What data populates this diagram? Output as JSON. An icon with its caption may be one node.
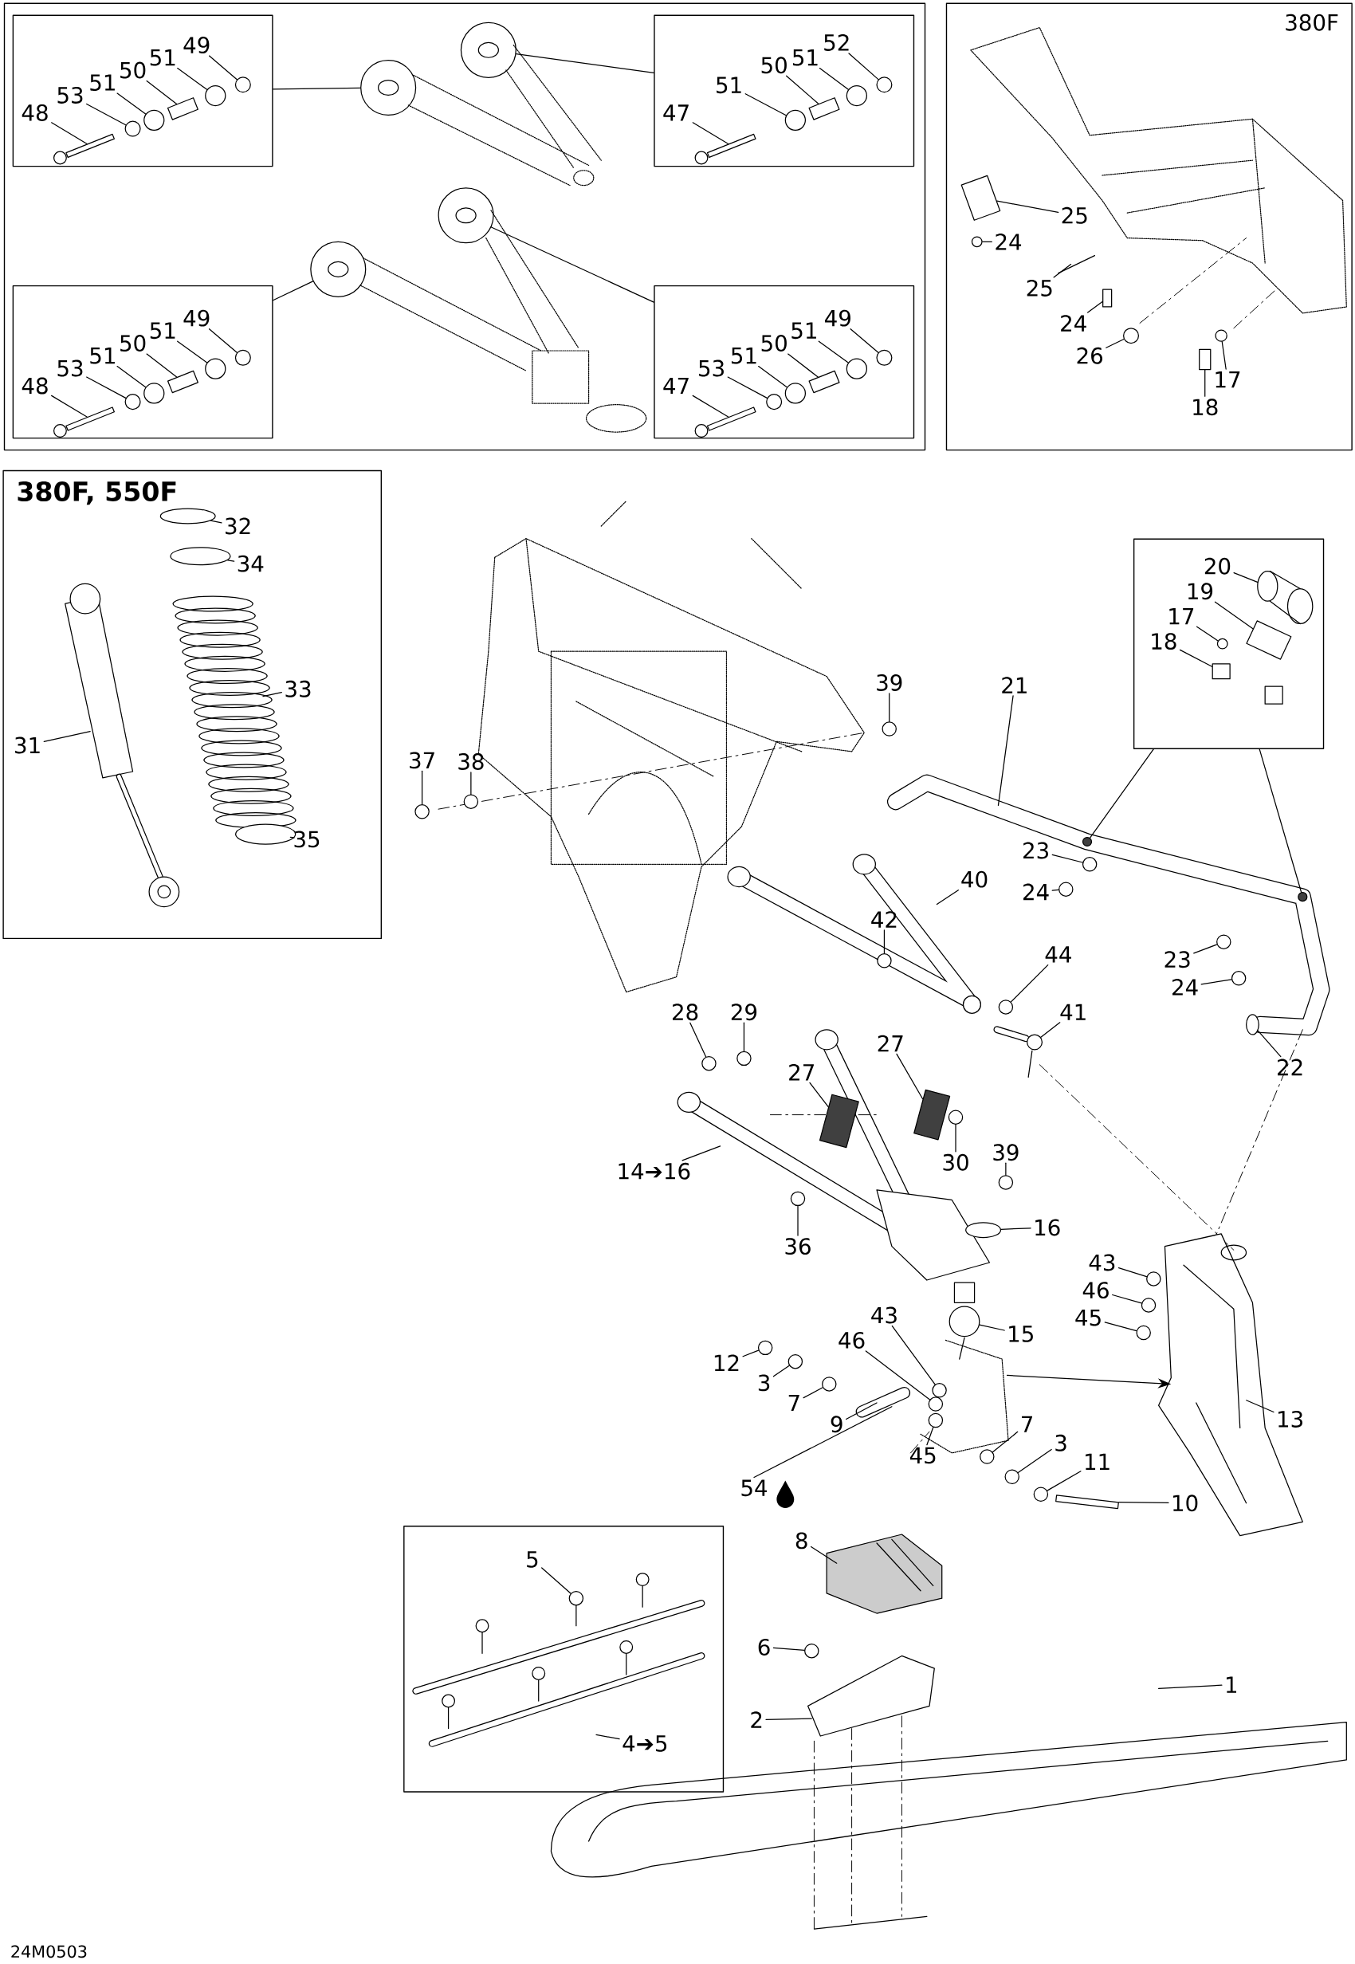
{
  "diagram": {
    "nodes": [
      {
        "text": [],
        "shape": "box"
      },
      {
        "text": [],
        "shape": "box",
        "in": 0
      },
      {
        "text": [],
        "shape": "box",
        "in": 0
      },
      {
        "text": [],
        "shape": "box",
        "in": 0
      },
      {
        "text": [],
        "shape": "box",
        "in": 0
      },
      {
        "text": [],
        "shape": "circle",
        "in": 0
      },
      {
        "text": [],
        "shape": "circle",
        "in": 0
      },
      {
        "text": [],
        "shape": "circle",
        "in": 0
      },
      {
        "text": [],
        "shape": "circle",
        "in": 0
      },
      {
        "text": [
          "49"
        ],
        "in": 1
      },
      {
        "text": [
          "51"
        ],
        "in": 1
      },
      {
        "text": [
          "50"
        ],
        "in": 1
      },
      {
        "text": [
          "51"
        ],
        "in": 1
      },
      {
        "text": [
          "53"
        ],
        "in": 1
      },
      {
        "text": [
          "48"
        ],
        "in": 1
      },
      {
        "text": [
          "52"
        ],
        "in": 2
      },
      {
        "text": [
          "51"
        ],
        "in": 2
      },
      {
        "text": [
          "50"
        ],
        "in": 2
      },
      {
        "text": [
          "51"
        ],
        "in": 2
      },
      {
        "text": [
          "47"
        ],
        "in": 2
      },
      {
        "text": [
          "49"
        ],
        "in": 3
      },
      {
        "text": [
          "51"
        ],
        "in": 3
      },
      {
        "text": [
          "50"
        ],
        "in": 3
      },
      {
        "text": [
          "51"
        ],
        "in": 3
      },
      {
        "text": [
          "53"
        ],
        "in": 3
      },
      {
        "text": [
          "48"
        ],
        "in": 3
      },
      {
        "text": [
          "49"
        ],
        "in": 4
      },
      {
        "text": [
          "51"
        ],
        "in": 4
      },
      {
        "text": [
          "50"
        ],
        "in": 4
      },
      {
        "text": [
          "51"
        ],
        "in": 4
      },
      {
        "text": [
          "53"
        ],
        "in": 4
      },
      {
        "text": [
          "47"
        ],
        "in": 4
      },
      {
        "text": [
          "380F"
        ]
      },
      {
        "text": [
          "25"
        ],
        "in": 32
      },
      {
        "text": [
          "24"
        ],
        "in": 32
      },
      {
        "text": [
          "25"
        ],
        "in": 32
      },
      {
        "text": [
          "24"
        ],
        "in": 32
      },
      {
        "text": [
          "26"
        ],
        "in": 32
      },
      {
        "text": [
          "17"
        ],
        "in": 32
      },
      {
        "text": [
          "18"
        ],
        "in": 32
      },
      {
        "text": [
          "380F, 550F"
        ]
      },
      {
        "text": [
          "32"
        ],
        "in": 40
      },
      {
        "text": [
          "34"
        ],
        "in": 40
      },
      {
        "text": [
          "33"
        ],
        "in": 40
      },
      {
        "text": [
          "31"
        ],
        "in": 40
      },
      {
        "text": [
          "35"
        ],
        "in": 40
      },
      {
        "text": [],
        "shape": "box"
      },
      {
        "text": [
          "20"
        ],
        "in": 46
      },
      {
        "text": [
          "19"
        ],
        "in": 46
      },
      {
        "text": [
          "17"
        ],
        "in": 46
      },
      {
        "text": [
          "18"
        ],
        "in": 46
      },
      {
        "text": [
          "39"
        ]
      },
      {
        "text": [
          "21"
        ]
      },
      {
        "text": [
          "37"
        ]
      },
      {
        "text": [
          "38"
        ]
      },
      {
        "text": [
          "23"
        ]
      },
      {
        "text": [
          "24"
        ]
      },
      {
        "text": [
          "40"
        ]
      },
      {
        "text": [
          "42"
        ]
      },
      {
        "text": [
          "44"
        ]
      },
      {
        "text": [
          "23"
        ]
      },
      {
        "text": [
          "24"
        ]
      },
      {
        "text": [
          "41"
        ]
      },
      {
        "text": [
          "22"
        ]
      },
      {
        "text": [
          "28"
        ]
      },
      {
        "text": [
          "29"
        ]
      },
      {
        "text": [
          "27"
        ]
      },
      {
        "text": [
          "27"
        ]
      },
      {
        "text": [
          "30"
        ]
      },
      {
        "text": [
          "39"
        ]
      },
      {
        "text": [
          "14➔16"
        ]
      },
      {
        "text": [
          "36"
        ]
      },
      {
        "text": [
          "16"
        ]
      },
      {
        "text": [
          "43"
        ]
      },
      {
        "text": [
          "46"
        ]
      },
      {
        "text": [
          "45"
        ]
      },
      {
        "text": [
          "15"
        ]
      },
      {
        "text": [
          "12"
        ]
      },
      {
        "text": [
          "3"
        ]
      },
      {
        "text": [
          "7"
        ]
      },
      {
        "text": [
          "9"
        ]
      },
      {
        "text": [
          "43"
        ]
      },
      {
        "text": [
          "46"
        ]
      },
      {
        "text": [
          "45"
        ]
      },
      {
        "text": [
          "54"
        ]
      },
      {
        "text": [
          "7"
        ]
      },
      {
        "text": [
          "3"
        ]
      },
      {
        "text": [
          "11"
        ]
      },
      {
        "text": [
          "10"
        ]
      },
      {
        "text": [
          "13"
        ]
      },
      {
        "text": [
          "8"
        ]
      },
      {
        "text": [],
        "shape": "box"
      },
      {
        "text": [
          "5"
        ],
        "in": 91
      },
      {
        "text": [
          "4➔5"
        ],
        "in": 91
      },
      {
        "text": [
          "6"
        ]
      },
      {
        "text": [
          "2"
        ]
      },
      {
        "text": [
          "1"
        ]
      },
      {
        "text": [],
        "shape": "circle",
        "in": 1
      },
      {
        "text": [],
        "shape": "circle",
        "in": 1
      },
      {
        "text": [],
        "shape": "bar",
        "in": 1
      },
      {
        "text": [],
        "shape": "circle",
        "in": 1
      },
      {
        "text": [],
        "shape": "circle",
        "in": 1
      },
      {
        "text": [],
        "shape": "bar",
        "in": 1
      },
      {
        "text": [],
        "shape": "circle",
        "in": 2
      },
      {
        "text": [],
        "shape": "circle",
        "in": 2
      },
      {
        "text": [],
        "shape": "bar",
        "in": 2
      },
      {
        "text": [],
        "shape": "circle",
        "in": 2
      },
      {
        "text": [],
        "shape": "bar",
        "in": 2
      },
      {
        "text": [],
        "shape": "circle",
        "in": 3
      },
      {
        "text": [],
        "shape": "circle",
        "in": 3
      },
      {
        "text": [],
        "shape": "bar",
        "in": 3
      },
      {
        "text": [],
        "shape": "circle",
        "in": 3
      },
      {
        "text": [],
        "shape": "circle",
        "in": 3
      },
      {
        "text": [],
        "shape": "bar",
        "in": 3
      },
      {
        "text": [],
        "shape": "circle",
        "in": 4
      },
      {
        "text": [],
        "shape": "circle",
        "in": 4
      },
      {
        "text": [],
        "shape": "bar",
        "in": 4
      },
      {
        "text": [],
        "shape": "circle",
        "in": 4
      },
      {
        "text": [],
        "shape": "circle",
        "in": 4
      },
      {
        "text": [],
        "shape": "bar",
        "in": 4
      },
      {
        "text": [],
        "shape": "circle",
        "in": 32
      },
      {
        "text": [],
        "shape": "bar",
        "in": 32
      },
      {
        "text": [],
        "shape": "circle",
        "in": 32
      },
      {
        "text": [],
        "shape": "circle",
        "in": 32
      },
      {
        "text": [],
        "shape": "bar",
        "in": 32
      },
      {
        "text": [],
        "shape": "ellipse",
        "in": 40
      },
      {
        "text": [],
        "shape": "ellipse",
        "in": 40
      },
      {
        "text": [],
        "shape": "ellipse",
        "in": 40
      },
      {
        "text": [],
        "shape": "circle",
        "in": 46
      },
      {
        "text": [],
        "shape": "bar",
        "in": 46
      },
      {
        "text": [],
        "shape": "circle"
      },
      {
        "text": [],
        "shape": "circle"
      },
      {
        "text": [],
        "shape": "circle"
      },
      {
        "text": [],
        "shape": "circle"
      },
      {
        "text": [],
        "shape": "circle"
      },
      {
        "text": [],
        "shape": "circle"
      },
      {
        "text": [],
        "shape": "circle"
      },
      {
        "text": [],
        "shape": "circle"
      },
      {
        "text": [],
        "shape": "circle"
      },
      {
        "text": [],
        "shape": "circle"
      },
      {
        "text": [],
        "shape": "circle"
      },
      {
        "text": [],
        "shape": "circle"
      },
      {
        "text": [],
        "shape": "circle"
      },
      {
        "text": [],
        "shape": "circle"
      },
      {
        "text": [],
        "shape": "circle"
      },
      {
        "text": [],
        "shape": "circle"
      },
      {
        "text": [],
        "shape": "circle"
      },
      {
        "text": [],
        "shape": "circle"
      },
      {
        "text": [],
        "shape": "circle"
      },
      {
        "text": [],
        "shape": "circle"
      },
      {
        "text": [],
        "shape": "circle",
        "in": 171
      },
      {
        "text": [],
        "shape": "circle",
        "in": 171
      },
      {
        "text": [],
        "shape": "circle",
        "in": 171
      },
      {
        "text": [],
        "shape": "circle"
      },
      {
        "text": [],
        "shape": "circle"
      },
      {
        "text": [],
        "shape": "circle"
      },
      {
        "text": [],
        "shape": "circle"
      },
      {
        "text": [],
        "shape": "circle",
        "in": 91
      },
      {
        "text": [],
        "shape": "circle"
      },
      {
        "text": [],
        "shape": "circle"
      },
      {
        "text": [],
        "shape": "ellipse"
      },
      {
        "text": [],
        "shape": "circle"
      },
      {
        "text": [],
        "shape": "circle"
      },
      {
        "text": [],
        "shape": "ellipse"
      },
      {
        "text": [],
        "shape": "box",
        "in": 32
      },
      {
        "text": [],
        "shape": "ellipse",
        "in": 46
      },
      {
        "text": [],
        "shape": "box",
        "in": 46
      },
      {
        "text": [],
        "shape": "box"
      },
      {
        "text": [],
        "shape": "box"
      },
      {
        "text": [],
        "shape": "bar"
      },
      {
        "text": [],
        "shape": "picture"
      },
      {
        "text": [],
        "shape": "picture"
      }
    ],
    "edges": [
      {
        "from": 1,
        "to": 5,
        "arrow": "none"
      },
      {
        "from": 2,
        "to": 6,
        "arrow": "none"
      },
      {
        "from": 3,
        "to": 7,
        "arrow": "none"
      },
      {
        "from": 4,
        "to": 8,
        "arrow": "none"
      },
      {
        "from": 46,
        "to": 158,
        "arrow": "none"
      },
      {
        "from": 46,
        "to": 159,
        "arrow": "none"
      },
      {
        "from": 9,
        "to": 97,
        "arrow": "none"
      },
      {
        "from": 10,
        "to": 98,
        "arrow": "none"
      },
      {
        "from": 11,
        "to": 99,
        "arrow": "none"
      },
      {
        "from": 12,
        "to": 100,
        "arrow": "none"
      },
      {
        "from": 13,
        "to": 101,
        "arrow": "none"
      },
      {
        "from": 14,
        "to": 102,
        "arrow": "none"
      },
      {
        "from": 15,
        "to": 103,
        "arrow": "none"
      },
      {
        "from": 16,
        "to": 104,
        "arrow": "none"
      },
      {
        "from": 17,
        "to": 105,
        "arrow": "none"
      },
      {
        "from": 18,
        "to": 106,
        "arrow": "none"
      },
      {
        "from": 19,
        "to": 107,
        "arrow": "none"
      },
      {
        "from": 20,
        "to": 108,
        "arrow": "none"
      },
      {
        "from": 21,
        "to": 109,
        "arrow": "none"
      },
      {
        "from": 22,
        "to": 110,
        "arrow": "none"
      },
      {
        "from": 23,
        "to": 111,
        "arrow": "none"
      },
      {
        "from": 24,
        "to": 112,
        "arrow": "none"
      },
      {
        "from": 25,
        "to": 113,
        "arrow": "none"
      },
      {
        "from": 26,
        "to": 114,
        "arrow": "none"
      },
      {
        "from": 27,
        "to": 115,
        "arrow": "none"
      },
      {
        "from": 28,
        "to": 116,
        "arrow": "none"
      },
      {
        "from": 29,
        "to": 117,
        "arrow": "none"
      },
      {
        "from": 30,
        "to": 118,
        "arrow": "none"
      },
      {
        "from": 31,
        "to": 119,
        "arrow": "none"
      },
      {
        "from": 33,
        "to": 164,
        "arrow": "none"
      },
      {
        "from": 34,
        "to": 120,
        "arrow": "none"
      },
      {
        "from": 35,
        "to": null,
        "arrow": "none"
      },
      {
        "from": 36,
        "to": 121,
        "arrow": "none"
      },
      {
        "from": 37,
        "to": 122,
        "arrow": "none"
      },
      {
        "from": 38,
        "to": 123,
        "arrow": "none"
      },
      {
        "from": 39,
        "to": 124,
        "arrow": "none"
      },
      {
        "from": 41,
        "to": 125,
        "arrow": "none"
      },
      {
        "from": 42,
        "to": 126,
        "arrow": "none"
      },
      {
        "from": 43,
        "to": null,
        "arrow": "none"
      },
      {
        "from": 44,
        "to": null,
        "arrow": "none"
      },
      {
        "from": 45,
        "to": 127,
        "arrow": "none"
      },
      {
        "from": 47,
        "to": 165,
        "arrow": "none"
      },
      {
        "from": 48,
        "to": 166,
        "arrow": "none"
      },
      {
        "from": 49,
        "to": 128,
        "arrow": "none"
      },
      {
        "from": 50,
        "to": 129,
        "arrow": "none"
      },
      {
        "from": 51,
        "to": 130,
        "arrow": "none"
      },
      {
        "from": 52,
        "to": null,
        "arrow": "none"
      },
      {
        "from": 53,
        "to": 131,
        "arrow": "none"
      },
      {
        "from": 54,
        "to": 132,
        "arrow": "none"
      },
      {
        "from": 55,
        "to": 133,
        "arrow": "none"
      },
      {
        "from": 56,
        "to": 134,
        "arrow": "none"
      },
      {
        "from": 57,
        "to": null,
        "arrow": "none"
      },
      {
        "from": 58,
        "to": 135,
        "arrow": "none"
      },
      {
        "from": 59,
        "to": 136,
        "arrow": "none"
      },
      {
        "from": 60,
        "to": 137,
        "arrow": "none"
      },
      {
        "from": 61,
        "to": 138,
        "arrow": "none"
      },
      {
        "from": 62,
        "to": 162,
        "arrow": "none"
      },
      {
        "from": 63,
        "to": 163,
        "arrow": "none"
      },
      {
        "from": 64,
        "to": 139,
        "arrow": "none"
      },
      {
        "from": 65,
        "to": 140,
        "arrow": "none"
      },
      {
        "from": 66,
        "to": 167,
        "arrow": "none"
      },
      {
        "from": 67,
        "to": 168,
        "arrow": "none"
      },
      {
        "from": 68,
        "to": 141,
        "arrow": "none"
      },
      {
        "from": 69,
        "to": 142,
        "arrow": "none"
      },
      {
        "from": 70,
        "to": null,
        "arrow": "none"
      },
      {
        "from": 71,
        "to": 143,
        "arrow": "none"
      },
      {
        "from": 72,
        "to": 160,
        "arrow": "none"
      },
      {
        "from": 73,
        "to": 144,
        "arrow": "none"
      },
      {
        "from": 74,
        "to": 145,
        "arrow": "none"
      },
      {
        "from": 75,
        "to": 146,
        "arrow": "none"
      },
      {
        "from": 76,
        "to": 161,
        "arrow": "none"
      },
      {
        "from": 77,
        "to": 147,
        "arrow": "none"
      },
      {
        "from": 78,
        "to": 148,
        "arrow": "none"
      },
      {
        "from": 79,
        "to": 149,
        "arrow": "none"
      },
      {
        "from": 80,
        "to": null,
        "arrow": "none"
      },
      {
        "from": 81,
        "to": 150,
        "arrow": "none"
      },
      {
        "from": 82,
        "to": 151,
        "arrow": "none"
      },
      {
        "from": 83,
        "to": 152,
        "arrow": "none"
      },
      {
        "from": 84,
        "to": null,
        "arrow": "none"
      },
      {
        "from": 85,
        "to": 153,
        "arrow": "none"
      },
      {
        "from": 86,
        "to": 154,
        "arrow": "none"
      },
      {
        "from": 87,
        "to": 155,
        "arrow": "none"
      },
      {
        "from": 88,
        "to": 169,
        "arrow": "none"
      },
      {
        "from": 89,
        "to": 170,
        "arrow": "none"
      },
      {
        "from": 90,
        "to": null,
        "arrow": "none"
      },
      {
        "from": 92,
        "to": 157,
        "arrow": "none"
      },
      {
        "from": 93,
        "to": null,
        "arrow": "none"
      },
      {
        "from": 94,
        "to": 156,
        "arrow": "none"
      },
      {
        "from": 95,
        "to": null,
        "arrow": "none"
      },
      {
        "from": 96,
        "to": null,
        "arrow": "none"
      },
      {
        "from": 171,
        "to": 170,
        "arrow": "to"
      }
    ],
    "labels": [
      "24M0503"
    ]
  }
}
